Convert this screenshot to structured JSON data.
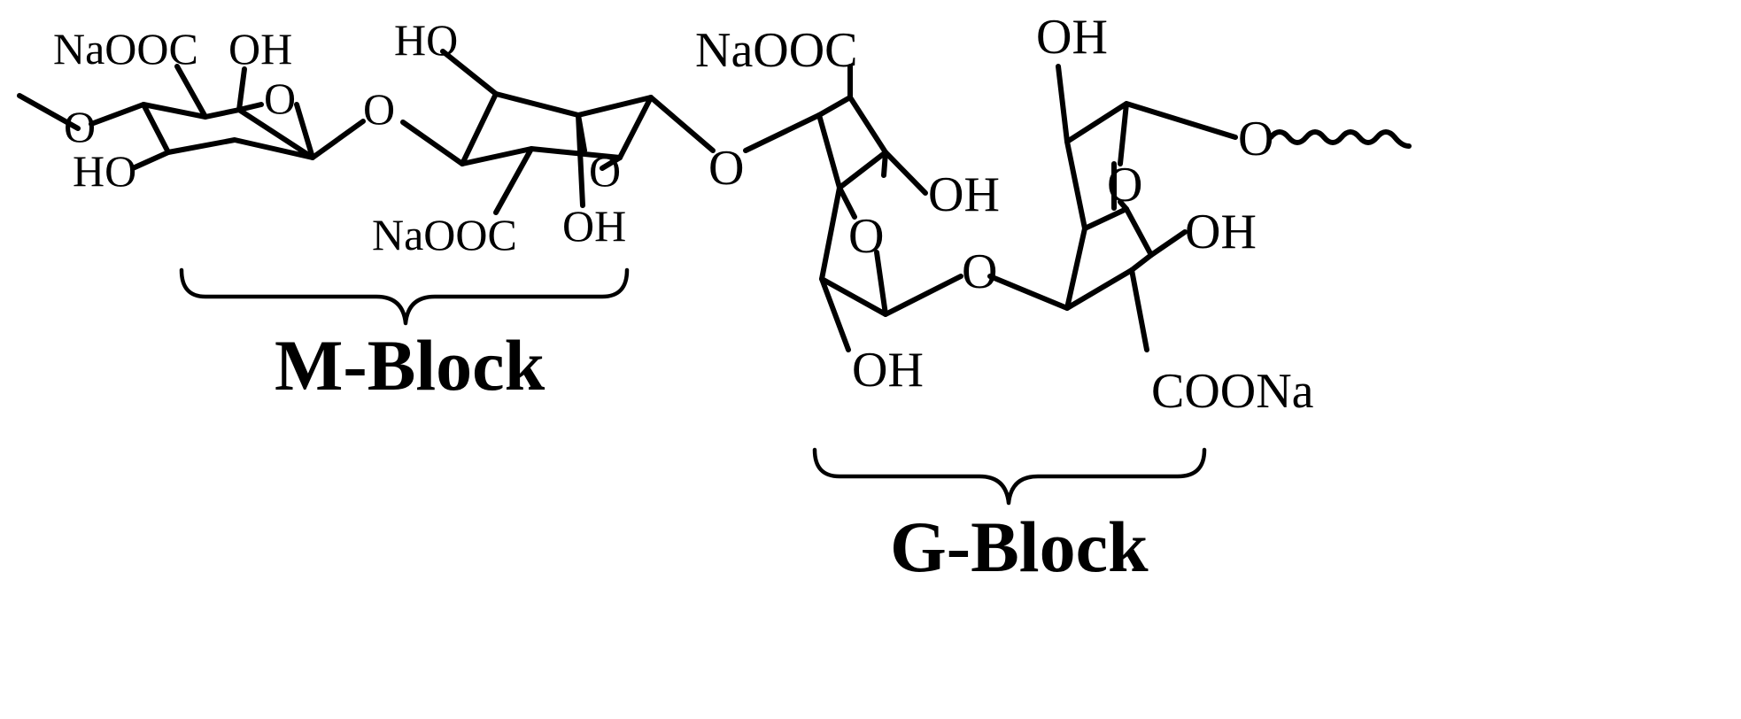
{
  "labels": {
    "naooc_1": "NaOOC",
    "oh_1": "OH",
    "o_ring1": "O",
    "o_link_left": "O",
    "ho_1": "HO",
    "o_link_m1m2": "O",
    "ho_2": "HO",
    "o_ring2": "O",
    "naooc_2": "NaOOC",
    "oh_2": "OH",
    "o_link_m2g1": "O",
    "naooc_3": "NaOOC",
    "oh_3": "OH",
    "o_ring3": "O",
    "oh_4": "OH",
    "o_link_g1g2": "O",
    "oh_5": "OH",
    "o_ring4": "O",
    "oh_6": "OH",
    "o_link_right": "O",
    "coona": "COONa"
  },
  "blocks": {
    "m_block": "M-Block",
    "g_block": "G-Block"
  },
  "colors": {
    "ink": "#000000",
    "background": "#ffffff"
  }
}
